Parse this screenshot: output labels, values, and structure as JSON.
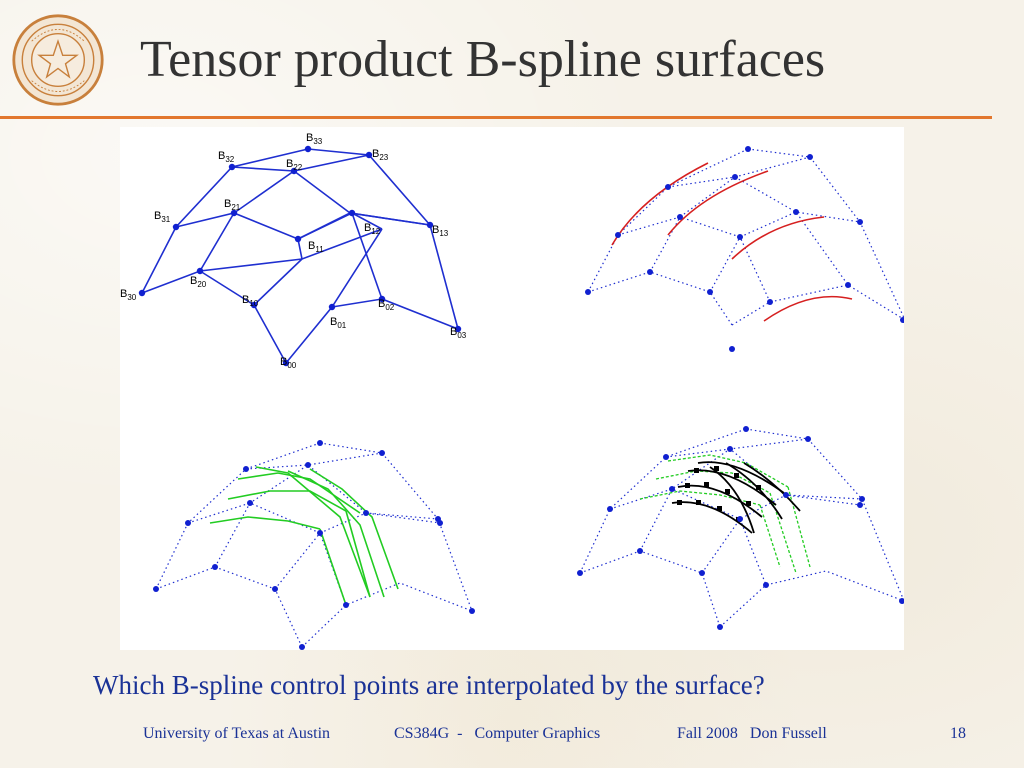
{
  "slide": {
    "title": "Tensor product B-spline surfaces",
    "question": "Which B-spline control points are interpolated by the surface?",
    "footer": {
      "university": "University of Texas at Austin",
      "course": "CS384G  -   Computer Graphics",
      "term_author": "Fall 2008   Don Fussell",
      "page": "18"
    },
    "seal_icon": "university-seal-icon"
  },
  "diagram": {
    "colors": {
      "control_net": "#1f2fd0",
      "control_point": "#1020d0",
      "curve_red": "#d62020",
      "curve_green": "#22cc22",
      "curve_black": "#000000",
      "net_red_dots": "#cc3333"
    },
    "control_labels": [
      {
        "base": "B",
        "sub": "33"
      },
      {
        "base": "B",
        "sub": "32"
      },
      {
        "base": "B",
        "sub": "22"
      },
      {
        "base": "B",
        "sub": "23"
      },
      {
        "base": "B",
        "sub": "31"
      },
      {
        "base": "B",
        "sub": "21"
      },
      {
        "base": "B",
        "sub": "12"
      },
      {
        "base": "B",
        "sub": "13"
      },
      {
        "base": "B",
        "sub": "11"
      },
      {
        "base": "B",
        "sub": "30"
      },
      {
        "base": "B",
        "sub": "20"
      },
      {
        "base": "B",
        "sub": "10"
      },
      {
        "base": "B",
        "sub": "02"
      },
      {
        "base": "B",
        "sub": "01"
      },
      {
        "base": "B",
        "sub": "03"
      },
      {
        "base": "B",
        "sub": "00"
      }
    ]
  }
}
